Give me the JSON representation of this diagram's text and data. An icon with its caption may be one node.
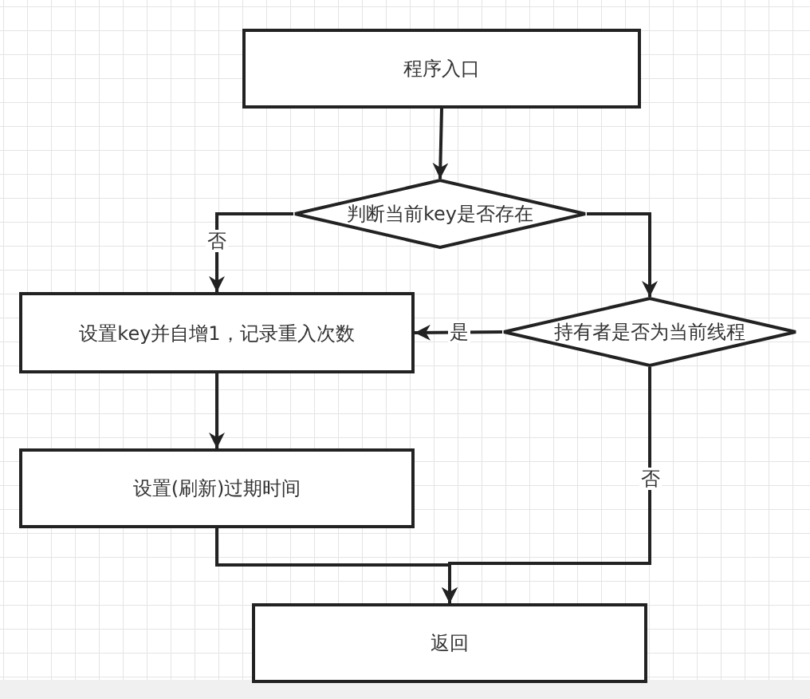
{
  "diagram": {
    "nodes": [
      {
        "text": [
          "程序入口"
        ]
      },
      {
        "text": [
          "判断当前key是否存在"
        ]
      },
      {
        "text": [
          "设置key并自增1，记录重入次数"
        ]
      },
      {
        "text": [
          "持有者是否为当前线程"
        ]
      },
      {
        "text": [
          "设置(刷新)过期时间"
        ]
      },
      {
        "text": [
          "返回"
        ]
      }
    ],
    "edges": [
      {
        "from": 0,
        "to": 1,
        "arrow": "to"
      },
      {
        "from": 1,
        "to": 2,
        "arrow": "to",
        "label": "否"
      },
      {
        "from": 1,
        "to": 3,
        "arrow": "to"
      },
      {
        "from": 3,
        "to": 2,
        "arrow": "to",
        "label": "是"
      },
      {
        "from": 2,
        "to": 4,
        "arrow": "to"
      },
      {
        "from": 4,
        "to": 5,
        "arrow": "to"
      },
      {
        "from": 3,
        "to": 5,
        "arrow": "to",
        "label": "否"
      }
    ]
  }
}
